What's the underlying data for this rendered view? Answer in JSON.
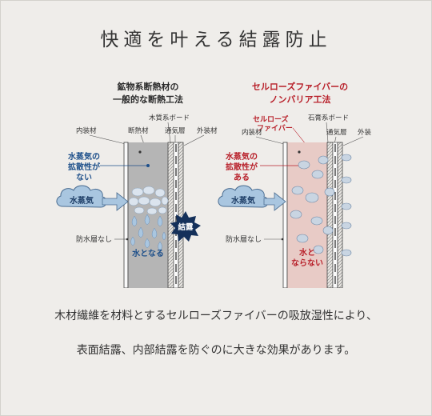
{
  "title": "快適を叶える結露防止",
  "left": {
    "heading_line1": "鉱物系断熱材の",
    "heading_line2": "一般的な断熱工法",
    "label_board": "木質系ボード",
    "label_interior": "内装材",
    "label_insulation": "断熱材",
    "label_vent": "通気層",
    "label_exterior": "外装材",
    "vapor_note_line1": "水蒸気の",
    "vapor_note_line2": "拡散性が",
    "vapor_note_line3": "ない",
    "cloud_label": "水蒸気",
    "no_waterproof": "防水層なし",
    "becomes_water": "水となる",
    "condensation_badge": "結露"
  },
  "right": {
    "heading_line1": "セルローズファイバーの",
    "heading_line2": "ノンバリア工法",
    "label_cellulose_line1": "セルローズ",
    "label_cellulose_line2": "ファイバー",
    "label_board": "石膏系ボード",
    "label_interior": "内装材",
    "label_vent": "通気層",
    "label_exterior": "外装",
    "vapor_note_line1": "水蒸気の",
    "vapor_note_line2": "拡散性が",
    "vapor_note_line3": "ある",
    "cloud_label": "水蒸気",
    "no_waterproof": "防水層なし",
    "no_water_line1": "水と",
    "no_water_line2": "ならない"
  },
  "caption_line1": "木材繊維を材料とするセルローズファイバーの吸放湿性により、",
  "caption_line2": "表面結露、内部結露を防ぐのに大きな効果があります。",
  "colors": {
    "background": "#efedea",
    "left_accent": "#1d4f8a",
    "right_accent": "#b8202a",
    "insulation_gray": "#b5b5b5",
    "cellulose_pink": "#e8cbc6",
    "vapor_blue": "#a9c6e0"
  }
}
